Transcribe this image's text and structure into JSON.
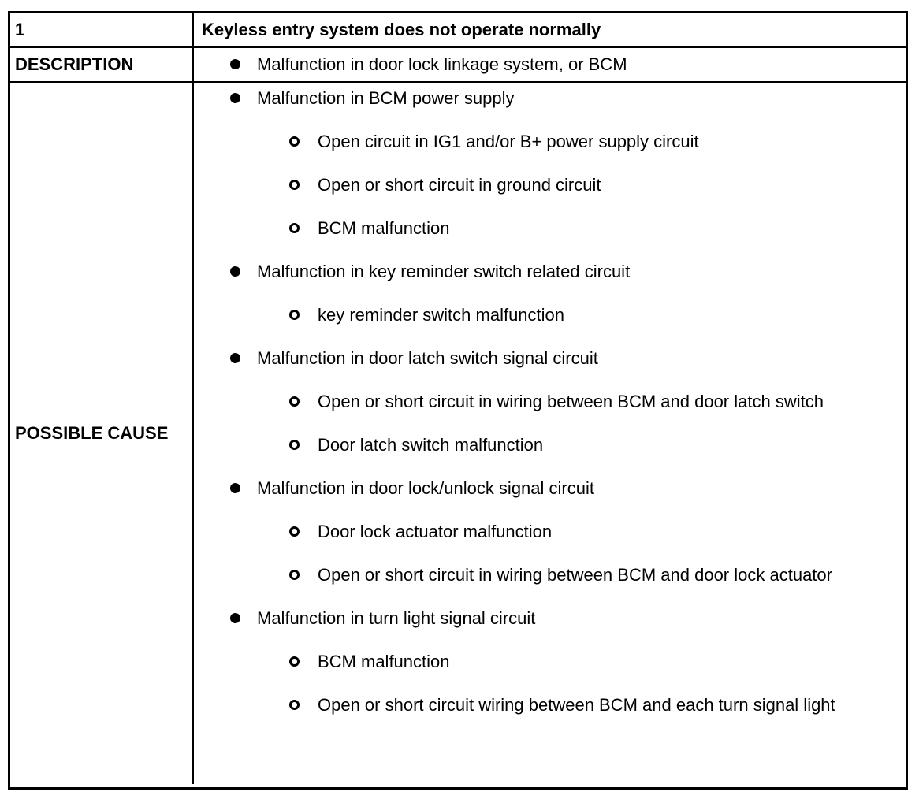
{
  "header": {
    "number": "1",
    "title": "Keyless entry system does not operate normally"
  },
  "description": {
    "label": "DESCRIPTION",
    "items": [
      {
        "level": 1,
        "text": "Malfunction in door lock linkage system, or BCM"
      }
    ]
  },
  "causes": {
    "label": "POSSIBLE CAUSE",
    "items": [
      {
        "level": 1,
        "text": "Malfunction in BCM power supply"
      },
      {
        "level": 2,
        "text": "Open circuit in IG1 and/or B+ power supply circuit"
      },
      {
        "level": 2,
        "text": "Open or short circuit in ground circuit"
      },
      {
        "level": 2,
        "text": "BCM malfunction"
      },
      {
        "level": 1,
        "text": "Malfunction in key reminder switch related circuit"
      },
      {
        "level": 2,
        "text": "key reminder switch malfunction"
      },
      {
        "level": 1,
        "text": "Malfunction in door latch switch signal circuit"
      },
      {
        "level": 2,
        "text": "Open or short circuit in wiring between BCM and door latch switch"
      },
      {
        "level": 2,
        "text": "Door latch switch malfunction"
      },
      {
        "level": 1,
        "text": "Malfunction in door lock/unlock signal circuit"
      },
      {
        "level": 2,
        "text": "Door lock actuator malfunction"
      },
      {
        "level": 2,
        "text": "Open or short circuit in wiring between BCM and door lock actuator"
      },
      {
        "level": 1,
        "text": "Malfunction in turn light signal circuit"
      },
      {
        "level": 2,
        "text": "BCM malfunction"
      },
      {
        "level": 2,
        "text": "Open or short circuit wiring between BCM and each turn signal light"
      }
    ]
  },
  "colors": {
    "border": "#000000",
    "text": "#000000",
    "background": "#ffffff"
  }
}
